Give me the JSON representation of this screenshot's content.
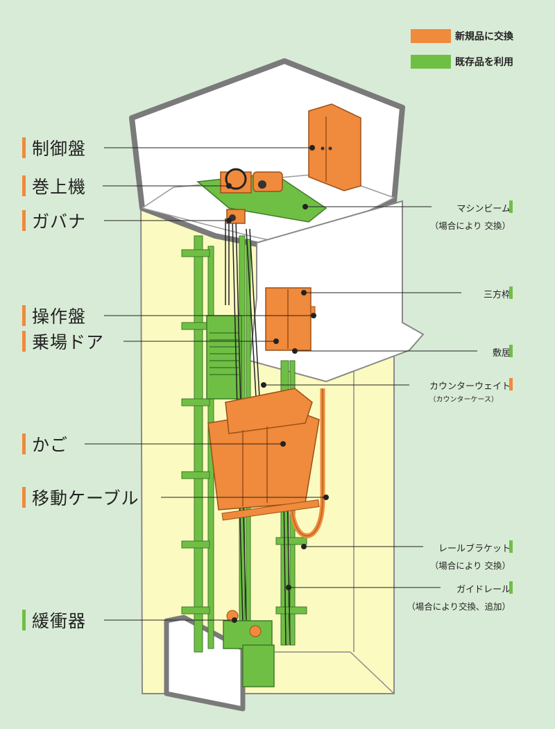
{
  "colors": {
    "new_part": "#f08a3c",
    "existing_part": "#6fbf45",
    "background": "#d8ebd6",
    "shaft_interior": "#fbfac0",
    "wall": "#ffffff",
    "outline": "#7a7a7a"
  },
  "legend": [
    {
      "label": "新規品に交換",
      "color": "#f08a3c"
    },
    {
      "label": "既存品を利用",
      "color": "#6fbf45"
    }
  ],
  "left_labels": [
    {
      "label": "制御盤",
      "color": "#f08a3c"
    },
    {
      "label": "巻上機",
      "color": "#f08a3c"
    },
    {
      "label": "ガバナ",
      "color": "#f08a3c"
    },
    {
      "label": "操作盤",
      "color": "#f08a3c"
    },
    {
      "label": "乗場ドア",
      "color": "#f08a3c"
    },
    {
      "label": "かご",
      "color": "#f08a3c"
    },
    {
      "label": "移動ケーブル",
      "color": "#f08a3c"
    },
    {
      "label": "緩衝器",
      "color": "#6fbf45"
    }
  ],
  "right_labels": [
    {
      "label": "マシンビーム",
      "note": "（場合により 交換）",
      "color": "#6fbf45"
    },
    {
      "label": "三方枠",
      "note": "",
      "color": "#6fbf45"
    },
    {
      "label": "敷居",
      "note": "",
      "color": "#6fbf45"
    },
    {
      "label": "カウンターウェイト",
      "note": "（カウンターケース）",
      "color": "#f08a3c"
    },
    {
      "label": "レールブラケット",
      "note": "（場合により 交換）",
      "color": "#6fbf45"
    },
    {
      "label": "ガイドレール",
      "note": "（場合により交換、追加）",
      "color": "#6fbf45"
    }
  ]
}
